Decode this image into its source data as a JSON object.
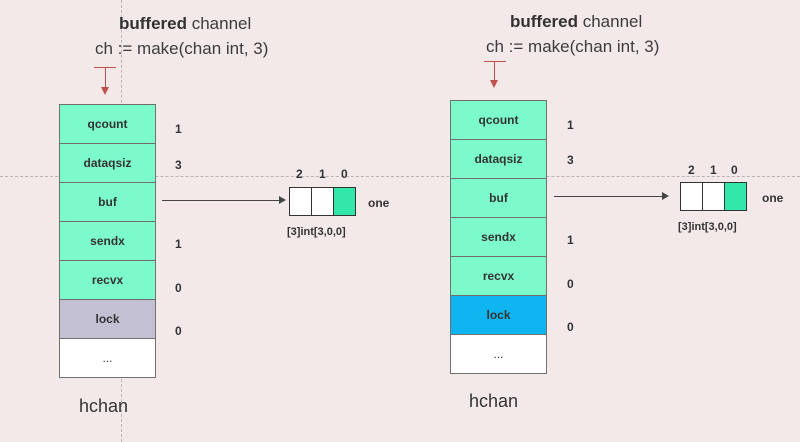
{
  "colors": {
    "background": "#f4e9e9",
    "field_green": "#7dfac9",
    "lock_left": "#c4c0d4",
    "lock_right": "#0fb5f0",
    "array_filled": "#33e6a9",
    "pointer_red": "#c0504d"
  },
  "panels": [
    {
      "title_bold": "buffered",
      "title_rest": " channel",
      "code": "ch := make(chan int, 3)",
      "fields": [
        {
          "name": "qcount",
          "value": "1",
          "style": "green"
        },
        {
          "name": "dataqsiz",
          "value": "3",
          "style": "green"
        },
        {
          "name": "buf",
          "value": "",
          "style": "green"
        },
        {
          "name": "sendx",
          "value": "1",
          "style": "green"
        },
        {
          "name": "recvx",
          "value": "0",
          "style": "green"
        },
        {
          "name": "lock",
          "value": "0",
          "style": "lock"
        },
        {
          "name": "...",
          "value": "",
          "style": "blank"
        }
      ],
      "struct_label": "hchan",
      "array": {
        "indices": [
          "2",
          "1",
          "0"
        ],
        "filled": [
          false,
          false,
          true
        ],
        "element": "one",
        "label": "[3]int[3,0,0]"
      }
    },
    {
      "title_bold": "buffered",
      "title_rest": " channel",
      "code": "ch := make(chan int, 3)",
      "fields": [
        {
          "name": "qcount",
          "value": "1",
          "style": "green"
        },
        {
          "name": "dataqsiz",
          "value": "3",
          "style": "green"
        },
        {
          "name": "buf",
          "value": "",
          "style": "green"
        },
        {
          "name": "sendx",
          "value": "1",
          "style": "green"
        },
        {
          "name": "recvx",
          "value": "0",
          "style": "green"
        },
        {
          "name": "lock",
          "value": "0",
          "style": "lock"
        },
        {
          "name": "...",
          "value": "",
          "style": "blank"
        }
      ],
      "struct_label": "hchan",
      "array": {
        "indices": [
          "2",
          "1",
          "0"
        ],
        "filled": [
          false,
          false,
          true
        ],
        "element": "one",
        "label": "[3]int[3,0,0]"
      }
    }
  ]
}
